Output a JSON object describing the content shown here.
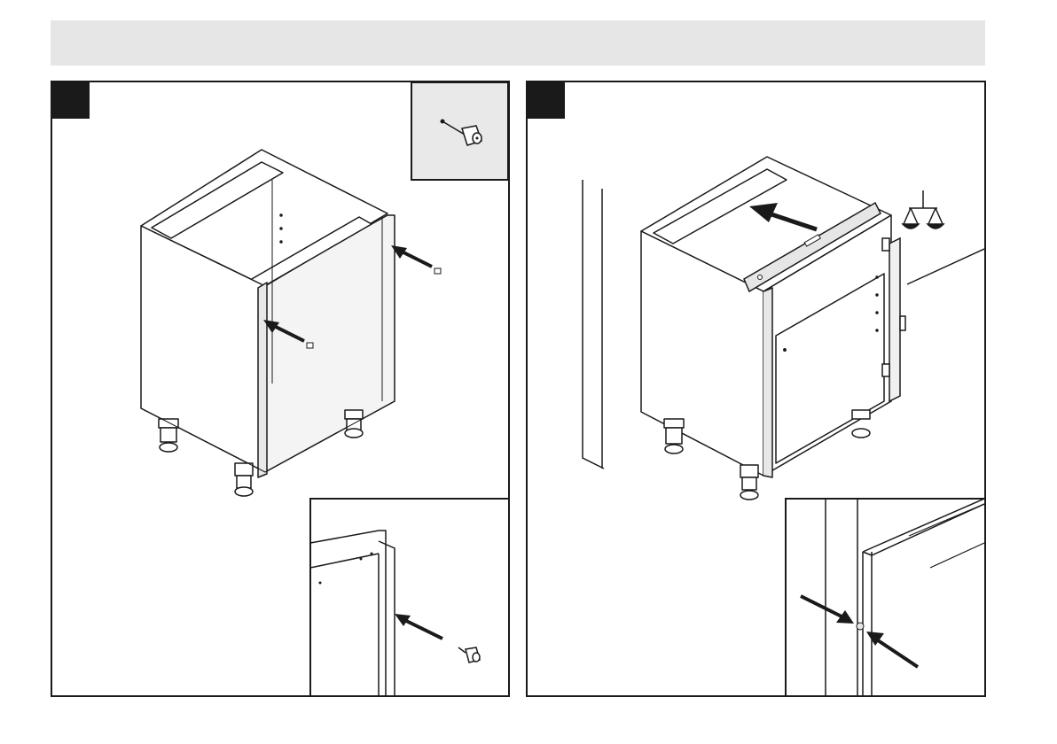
{
  "header": {
    "background": "#e6e6e6"
  },
  "steps": [
    {
      "id": "step-left",
      "icons": [
        "cabinet-icon",
        "screw-cap-icon",
        "arrow-icon",
        "detail-inset"
      ]
    },
    {
      "id": "step-right",
      "icons": [
        "cabinet-icon",
        "spirit-level-icon",
        "balance-scale-icon",
        "arrow-icon",
        "detail-inset"
      ]
    }
  ],
  "colors": {
    "line": "#1a1a1a",
    "fill_light": "#efefef",
    "fill_panel": "#ffffff",
    "inset_bg": "#e9e9e9"
  }
}
